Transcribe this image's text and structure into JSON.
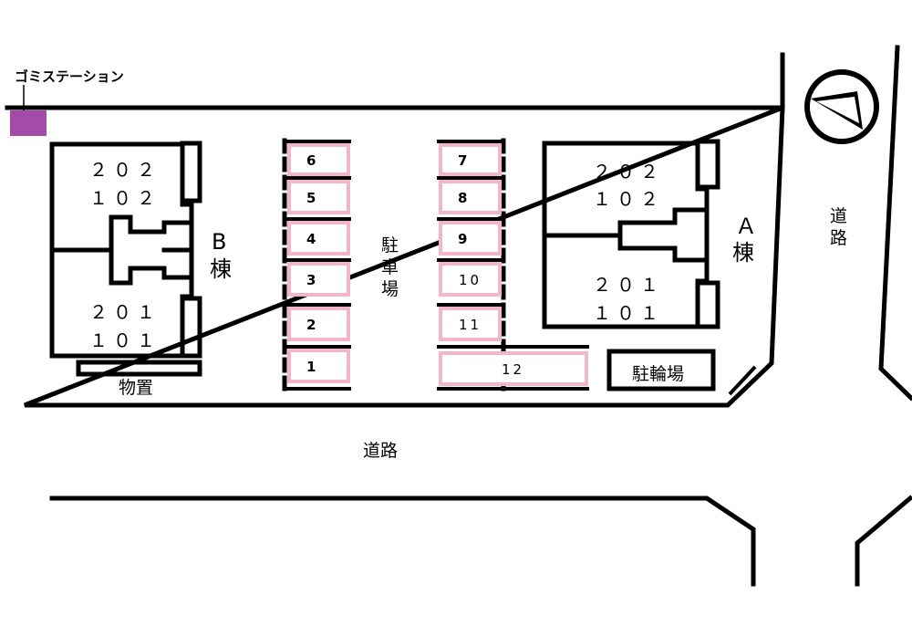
{
  "labels": {
    "garbage_station": "ゴミステーション",
    "road_bottom": "道路",
    "road_right": "道路",
    "parking": "駐車場",
    "storage": "物置",
    "bicycle_parking": "駐輪場",
    "building_b": "B棟",
    "building_a": "A棟"
  },
  "building_b": {
    "top_units": "202\n102",
    "bottom_units": "201\n101"
  },
  "building_a": {
    "top_units": "202\n102",
    "bottom_units": "201\n101"
  },
  "parking_left": [
    "6",
    "5",
    "4",
    "3",
    "2",
    "1"
  ],
  "parking_right": [
    "7",
    "8",
    "9",
    "10",
    "11"
  ],
  "parking_wide": "12",
  "colors": {
    "garbage_station": "#a24ba8",
    "parking_slot_border": "#f2b6c8",
    "line": "#000000"
  },
  "icons": {
    "compass": "north-arrow-icon"
  }
}
